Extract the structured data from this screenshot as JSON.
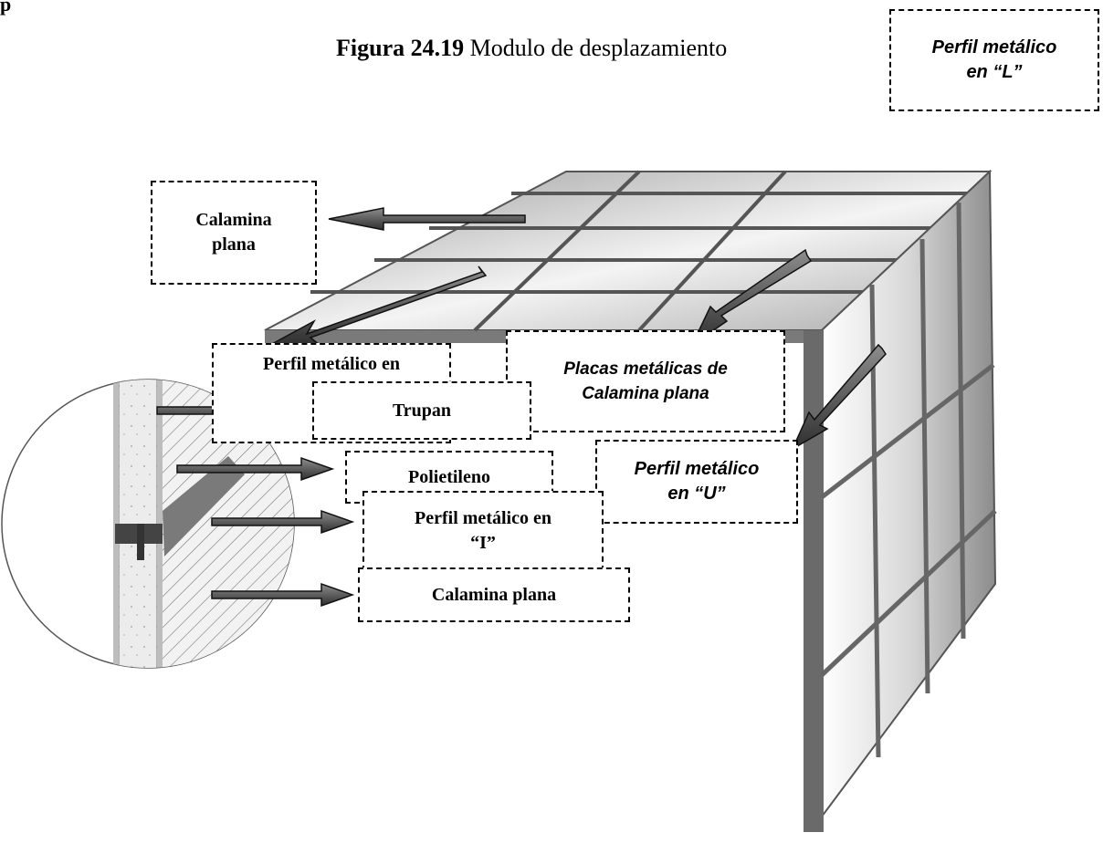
{
  "figure": {
    "caption_bold": "Figura 24.19",
    "caption_rest": " Modulo de desplazamiento",
    "corner_mark": "p"
  },
  "labels": {
    "perfil_l_line1": "Perfil metálico",
    "perfil_l_line2": "en “L”",
    "calamina_line1": "Calamina",
    "calamina_line2": "plana",
    "perfil_en": "Perfil metálico en",
    "trupan": "Trupan",
    "placas_line1": "Placas metálicas de",
    "placas_line2": "Calamina  plana",
    "polietileno": "Polietileno",
    "perfil_u_line1": "Perfil metálico",
    "perfil_u_line2": "en “U”",
    "perfil_i_line1": "Perfil metálico en",
    "perfil_i_line2": "“I”",
    "calamina_plana": "Calamina  plana"
  },
  "colors": {
    "panel_light": "#f2f2f2",
    "panel_dark": "#8a8a8a",
    "frame": "#6e6e6e",
    "arrow_fill": "#555555"
  }
}
